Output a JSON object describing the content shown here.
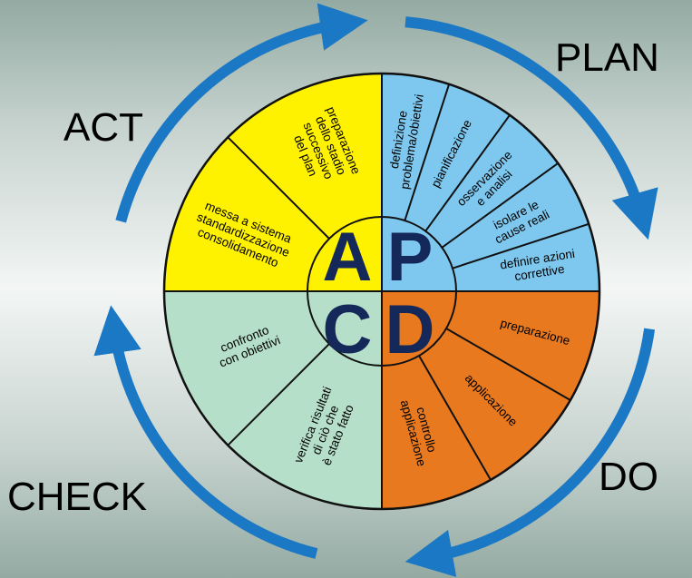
{
  "phases": {
    "plan": "PLAN",
    "do": "DO",
    "check": "CHECK",
    "act": "ACT"
  },
  "core_letters": {
    "a": "A",
    "p": "P",
    "c": "C",
    "d": "D"
  },
  "segments": {
    "plan": [
      [
        "definizione",
        "problema/obiettivi"
      ],
      [
        "pianificazione"
      ],
      [
        "osservazione",
        "e analisi"
      ],
      [
        "isolare le",
        "cause reali"
      ],
      [
        "definire azioni",
        "correttive"
      ]
    ],
    "do": [
      [
        "preparazione"
      ],
      [
        "applicazione"
      ],
      [
        "controllo",
        "applicazione"
      ]
    ],
    "check": [
      [
        "verifica risultati",
        "di ciò che",
        "è stato fatto"
      ],
      [
        "confronto",
        "con obiettivi"
      ]
    ],
    "act": [
      [
        "messa a sistema",
        "standardizzazione",
        "consolidamento"
      ],
      [
        "preparazione",
        "dello stadio",
        "successivo",
        "del plan"
      ]
    ]
  },
  "colors": {
    "plan": "#7ec8ef",
    "do": "#e8791f",
    "check": "#b6dfc9",
    "act": "#fff200",
    "arrow": "#1b78c4",
    "core_letter": "#14285a",
    "outline": "#111111"
  }
}
